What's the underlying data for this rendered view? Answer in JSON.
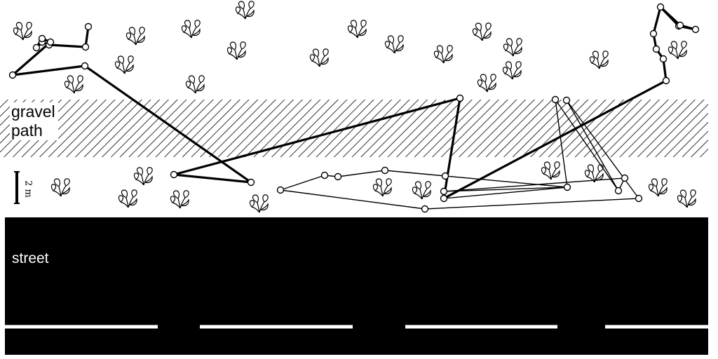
{
  "labels": {
    "gravel_path": "gravel\npath",
    "street": "street",
    "scale": "2 m"
  },
  "colors": {
    "street": "#000000",
    "lane_marking": "#ffffff",
    "hatch": "#000000",
    "track": "#000000",
    "node_fill": "#ffffff"
  },
  "icons": {
    "plant": "shrub-icon",
    "node": "location-fix-icon"
  }
}
